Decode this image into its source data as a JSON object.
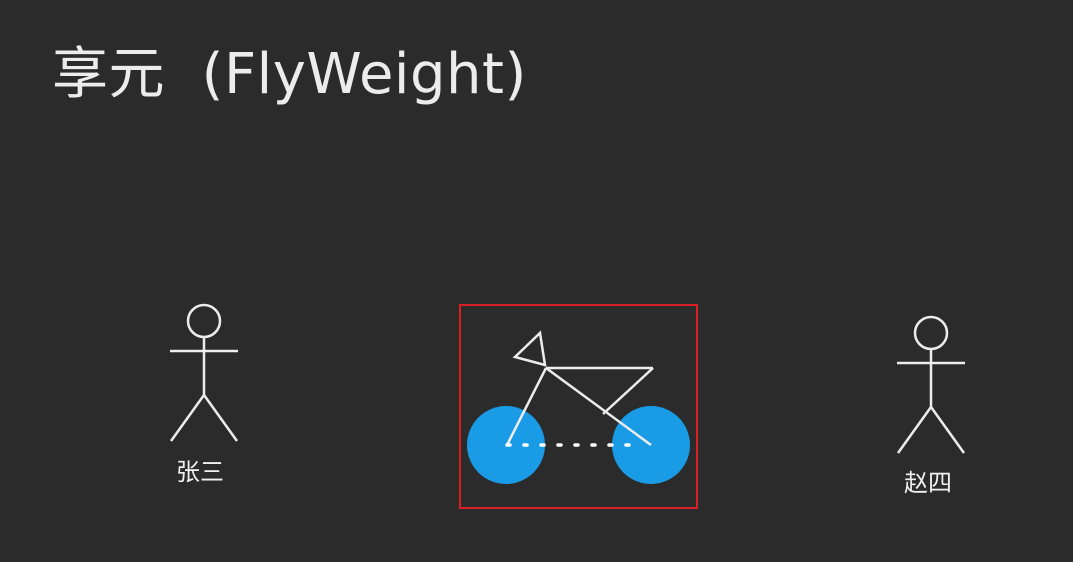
{
  "slide": {
    "title": "享元  (FlyWeight)"
  },
  "figures": [
    {
      "label": "张三"
    },
    {
      "label": "赵四"
    }
  ],
  "bicycle": {
    "highlight_color": "#d91e25",
    "wheel_color": "#1a9be6",
    "stroke_color": "#ececec"
  }
}
